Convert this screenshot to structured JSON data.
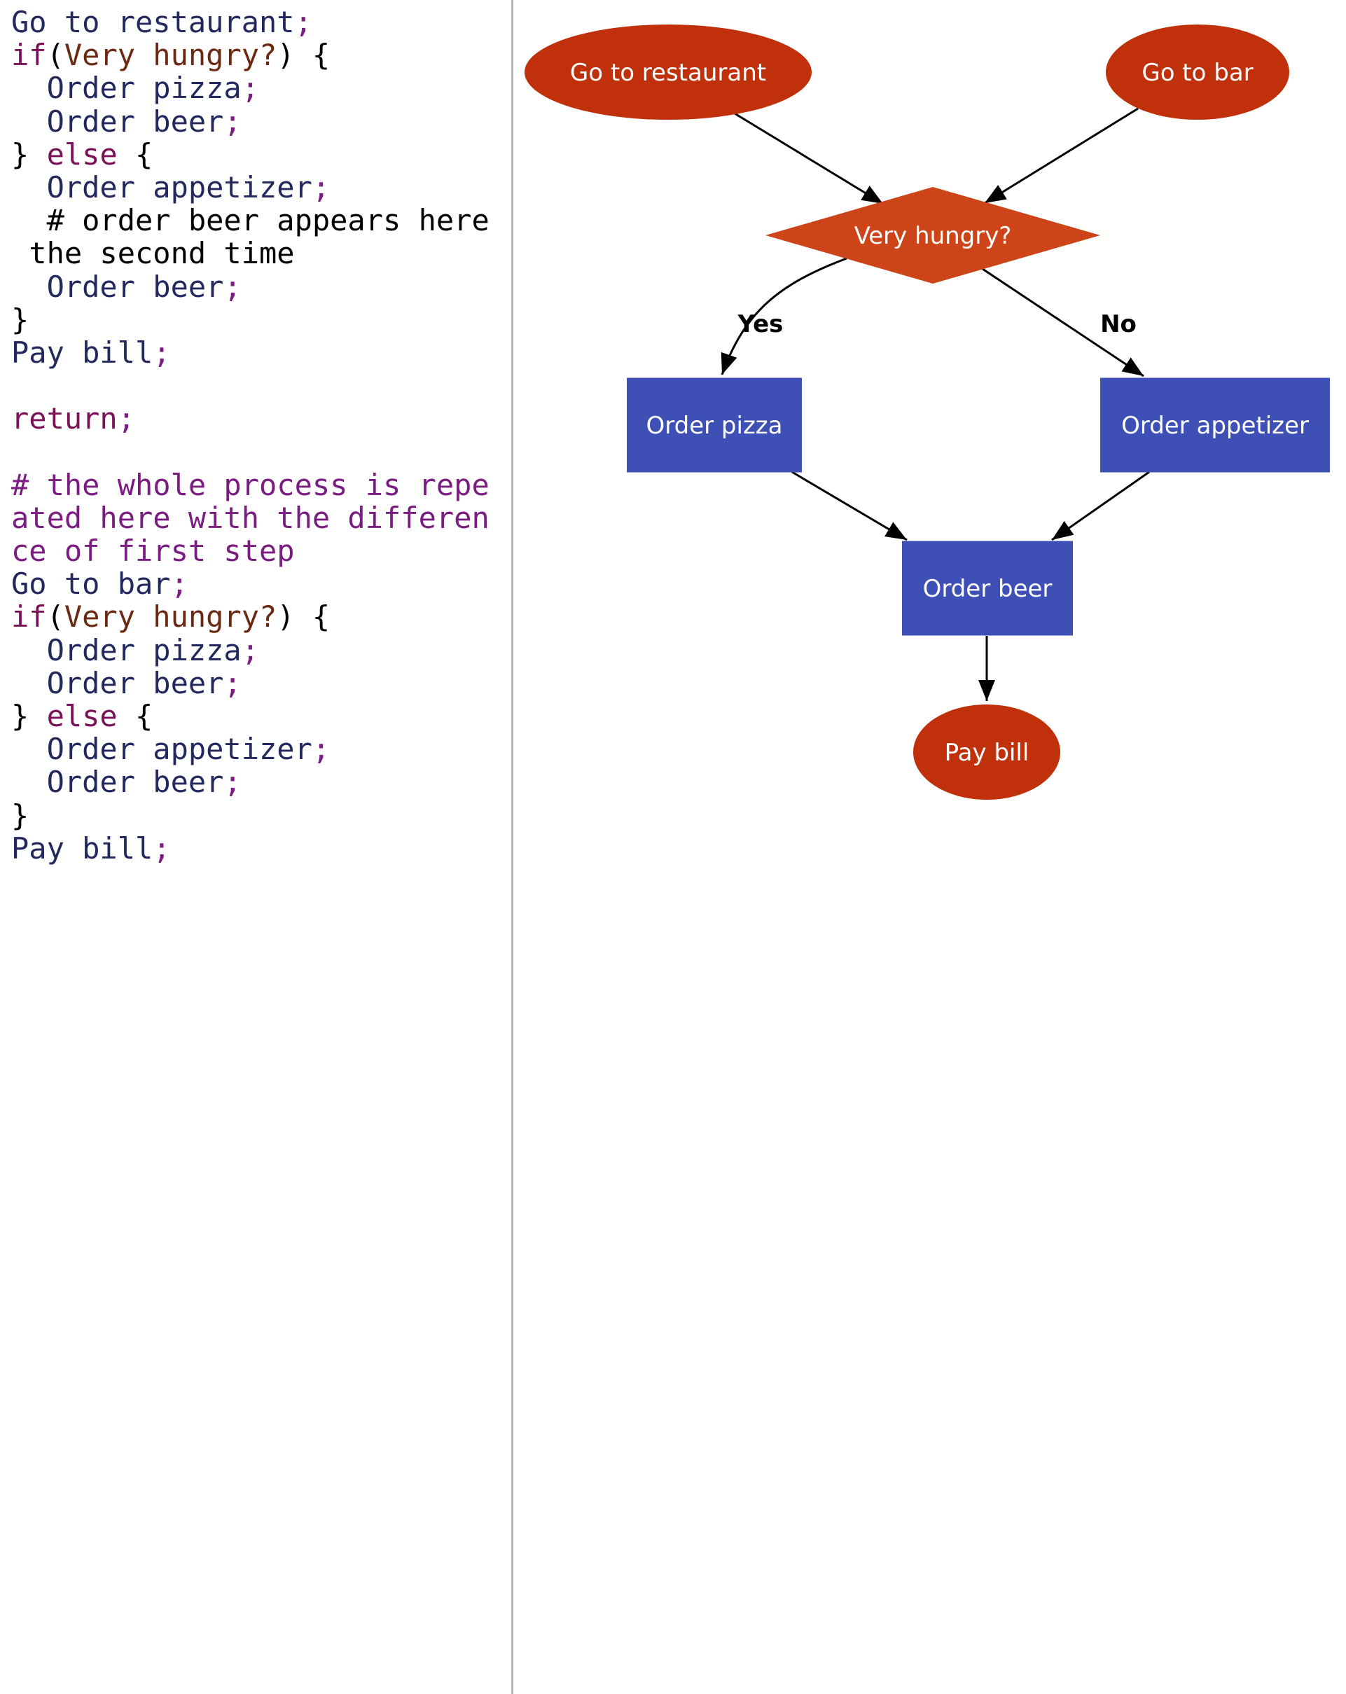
{
  "colors": {
    "terminal_fill": "#c0300a",
    "decision_fill": "#cc4418",
    "process_fill": "#3e4fb5",
    "node_text": "#ffffff",
    "edge": "#000000",
    "edge_label": "#000000",
    "divider": "#b3b3b3",
    "code_keyword": "#7a1258",
    "code_action": "#23295e",
    "code_condition": "#6b2812",
    "code_comment": "#7a1c80",
    "code_punct": "#7a1c80",
    "code_plain": "#000000"
  },
  "code": {
    "lines": [
      [
        {
          "t": "Go to restaurant",
          "c": "action"
        },
        {
          "t": ";",
          "c": "punct"
        }
      ],
      [
        {
          "t": "if",
          "c": "keyword"
        },
        {
          "t": "(",
          "c": "plain"
        },
        {
          "t": "Very hungry?",
          "c": "condition"
        },
        {
          "t": ") {",
          "c": "plain"
        }
      ],
      [
        {
          "t": "  Order pizza",
          "c": "action"
        },
        {
          "t": ";",
          "c": "punct"
        }
      ],
      [
        {
          "t": "  Order beer",
          "c": "action"
        },
        {
          "t": ";",
          "c": "punct"
        }
      ],
      [
        {
          "t": "} ",
          "c": "plain"
        },
        {
          "t": "else",
          "c": "keyword"
        },
        {
          "t": " {",
          "c": "plain"
        }
      ],
      [
        {
          "t": "  Order appetizer",
          "c": "action"
        },
        {
          "t": ";",
          "c": "punct"
        }
      ],
      [
        {
          "t": "  # order beer appears here",
          "c": "plain"
        }
      ],
      [
        {
          "t": " the second time",
          "c": "plain"
        }
      ],
      [
        {
          "t": "  Order beer",
          "c": "action"
        },
        {
          "t": ";",
          "c": "punct"
        }
      ],
      [
        {
          "t": "}",
          "c": "plain"
        }
      ],
      [
        {
          "t": "Pay bill",
          "c": "action"
        },
        {
          "t": ";",
          "c": "punct"
        }
      ],
      [],
      [
        {
          "t": "return",
          "c": "keyword"
        },
        {
          "t": ";",
          "c": "punct"
        }
      ],
      [],
      [
        {
          "t": "# the whole process is repe",
          "c": "comment"
        }
      ],
      [
        {
          "t": "ated here with the differen",
          "c": "comment"
        }
      ],
      [
        {
          "t": "ce of first step",
          "c": "comment"
        }
      ],
      [
        {
          "t": "Go to bar",
          "c": "action"
        },
        {
          "t": ";",
          "c": "punct"
        }
      ],
      [
        {
          "t": "if",
          "c": "keyword"
        },
        {
          "t": "(",
          "c": "plain"
        },
        {
          "t": "Very hungry?",
          "c": "condition"
        },
        {
          "t": ") {",
          "c": "plain"
        }
      ],
      [
        {
          "t": "  Order pizza",
          "c": "action"
        },
        {
          "t": ";",
          "c": "punct"
        }
      ],
      [
        {
          "t": "  Order beer",
          "c": "action"
        },
        {
          "t": ";",
          "c": "punct"
        }
      ],
      [
        {
          "t": "} ",
          "c": "plain"
        },
        {
          "t": "else",
          "c": "keyword"
        },
        {
          "t": " {",
          "c": "plain"
        }
      ],
      [
        {
          "t": "  Order appetizer",
          "c": "action"
        },
        {
          "t": ";",
          "c": "punct"
        }
      ],
      [
        {
          "t": "  Order beer",
          "c": "action"
        },
        {
          "t": ";",
          "c": "punct"
        }
      ],
      [
        {
          "t": "}",
          "c": "plain"
        }
      ],
      [
        {
          "t": "Pay bill",
          "c": "action"
        },
        {
          "t": ";",
          "c": "punct"
        }
      ]
    ]
  },
  "diagram": {
    "nodes": {
      "go_to_restaurant": {
        "label": "Go to restaurant",
        "shape": "ellipse"
      },
      "go_to_bar": {
        "label": "Go to bar",
        "shape": "ellipse"
      },
      "very_hungry": {
        "label": "Very hungry?",
        "shape": "diamond"
      },
      "order_pizza": {
        "label": "Order pizza",
        "shape": "rectangle"
      },
      "order_appetizer": {
        "label": "Order appetizer",
        "shape": "rectangle"
      },
      "order_beer": {
        "label": "Order beer",
        "shape": "rectangle"
      },
      "pay_bill": {
        "label": "Pay bill",
        "shape": "ellipse"
      }
    },
    "edges": [
      {
        "from": "go_to_restaurant",
        "to": "very_hungry"
      },
      {
        "from": "go_to_bar",
        "to": "very_hungry"
      },
      {
        "from": "very_hungry",
        "to": "order_pizza",
        "label": "Yes"
      },
      {
        "from": "very_hungry",
        "to": "order_appetizer",
        "label": "No"
      },
      {
        "from": "order_pizza",
        "to": "order_beer"
      },
      {
        "from": "order_appetizer",
        "to": "order_beer"
      },
      {
        "from": "order_beer",
        "to": "pay_bill"
      }
    ]
  }
}
